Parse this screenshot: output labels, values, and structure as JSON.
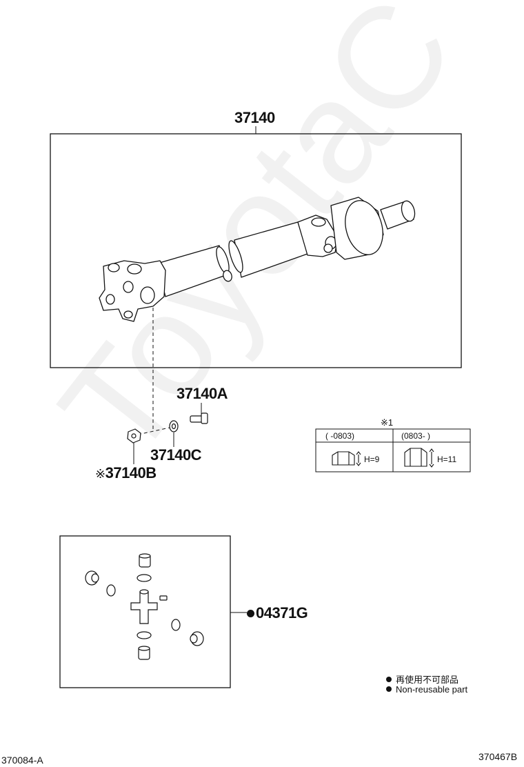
{
  "watermark": "ToyotaC",
  "assembly_label": "37140",
  "labels": {
    "bolt": "37140A",
    "washer": "37140C",
    "nut": "37140B",
    "nut_prefix": "※",
    "spider_kit": "04371G"
  },
  "spec_table": {
    "note": "※1",
    "col1_header": "(      -0803)",
    "col2_header": "(0803-      )",
    "col1_height": "H=9",
    "col2_height": "H=11"
  },
  "legend": {
    "jp": "再使用不可部品",
    "en": "Non-reusable part"
  },
  "footer": {
    "left": "370084-A",
    "right": "370467B"
  }
}
